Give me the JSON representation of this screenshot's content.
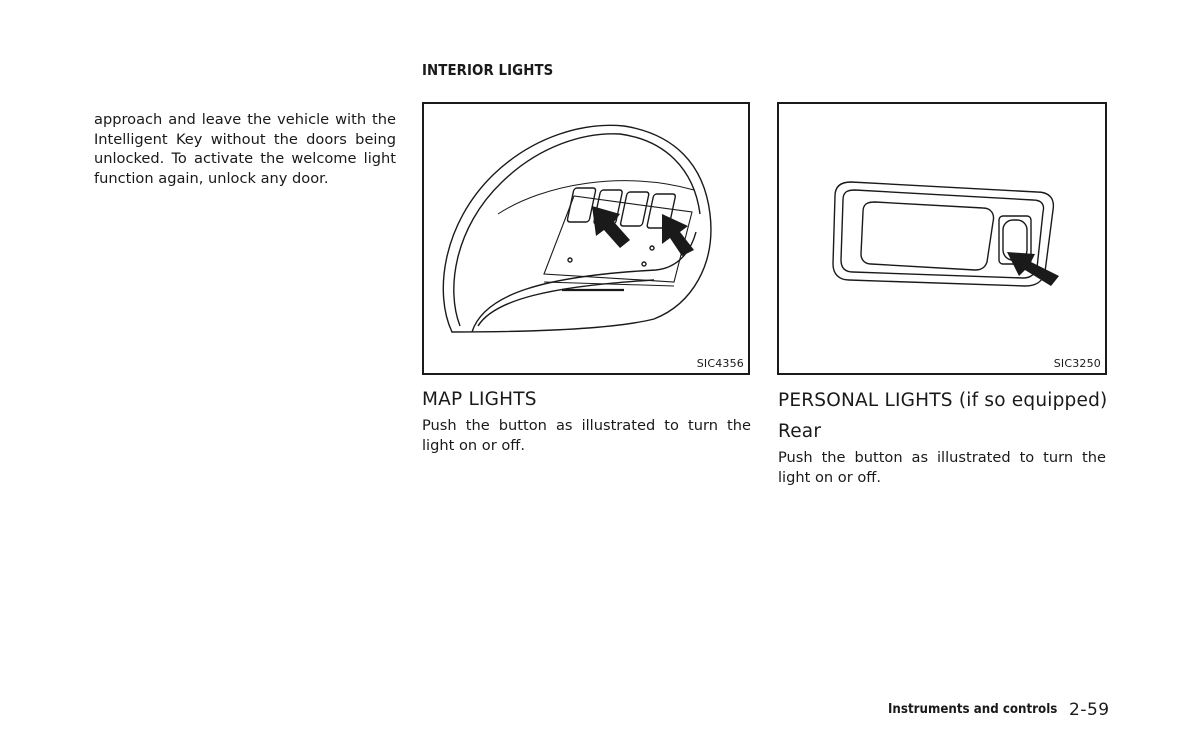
{
  "section_title": "INTERIOR LIGHTS",
  "left_column": {
    "paragraph": "approach and leave the vehicle with the Intelligent Key without the doors being unlocked. To activate the welcome light function again, unlock any door."
  },
  "figures": [
    {
      "code": "SIC4356"
    },
    {
      "code": "SIC3250"
    }
  ],
  "map_lights": {
    "heading": "MAP LIGHTS",
    "body": "Push the button as illustrated to turn the light on or off."
  },
  "personal_lights": {
    "heading": "PERSONAL LIGHTS (if so equipped)",
    "subheading": "Rear",
    "body": "Push the button as illustrated to turn the light on or off."
  },
  "footer": {
    "label": "Instruments and controls",
    "page_number": "2-59"
  }
}
